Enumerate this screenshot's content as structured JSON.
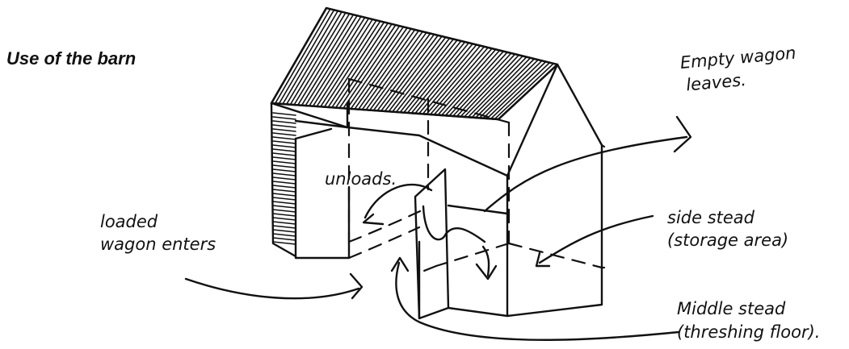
{
  "title": "Use of the barn",
  "labels": {
    "empty_wagon": [
      "Empty wagon",
      "leaves."
    ],
    "unloads": "unloads.",
    "loaded_wagon": [
      "loaded",
      "wagon enters"
    ],
    "side_stead": [
      "side stead",
      "(storage area)"
    ],
    "middle_stead": [
      "Middle stead",
      "(threshing floor)."
    ]
  }
}
